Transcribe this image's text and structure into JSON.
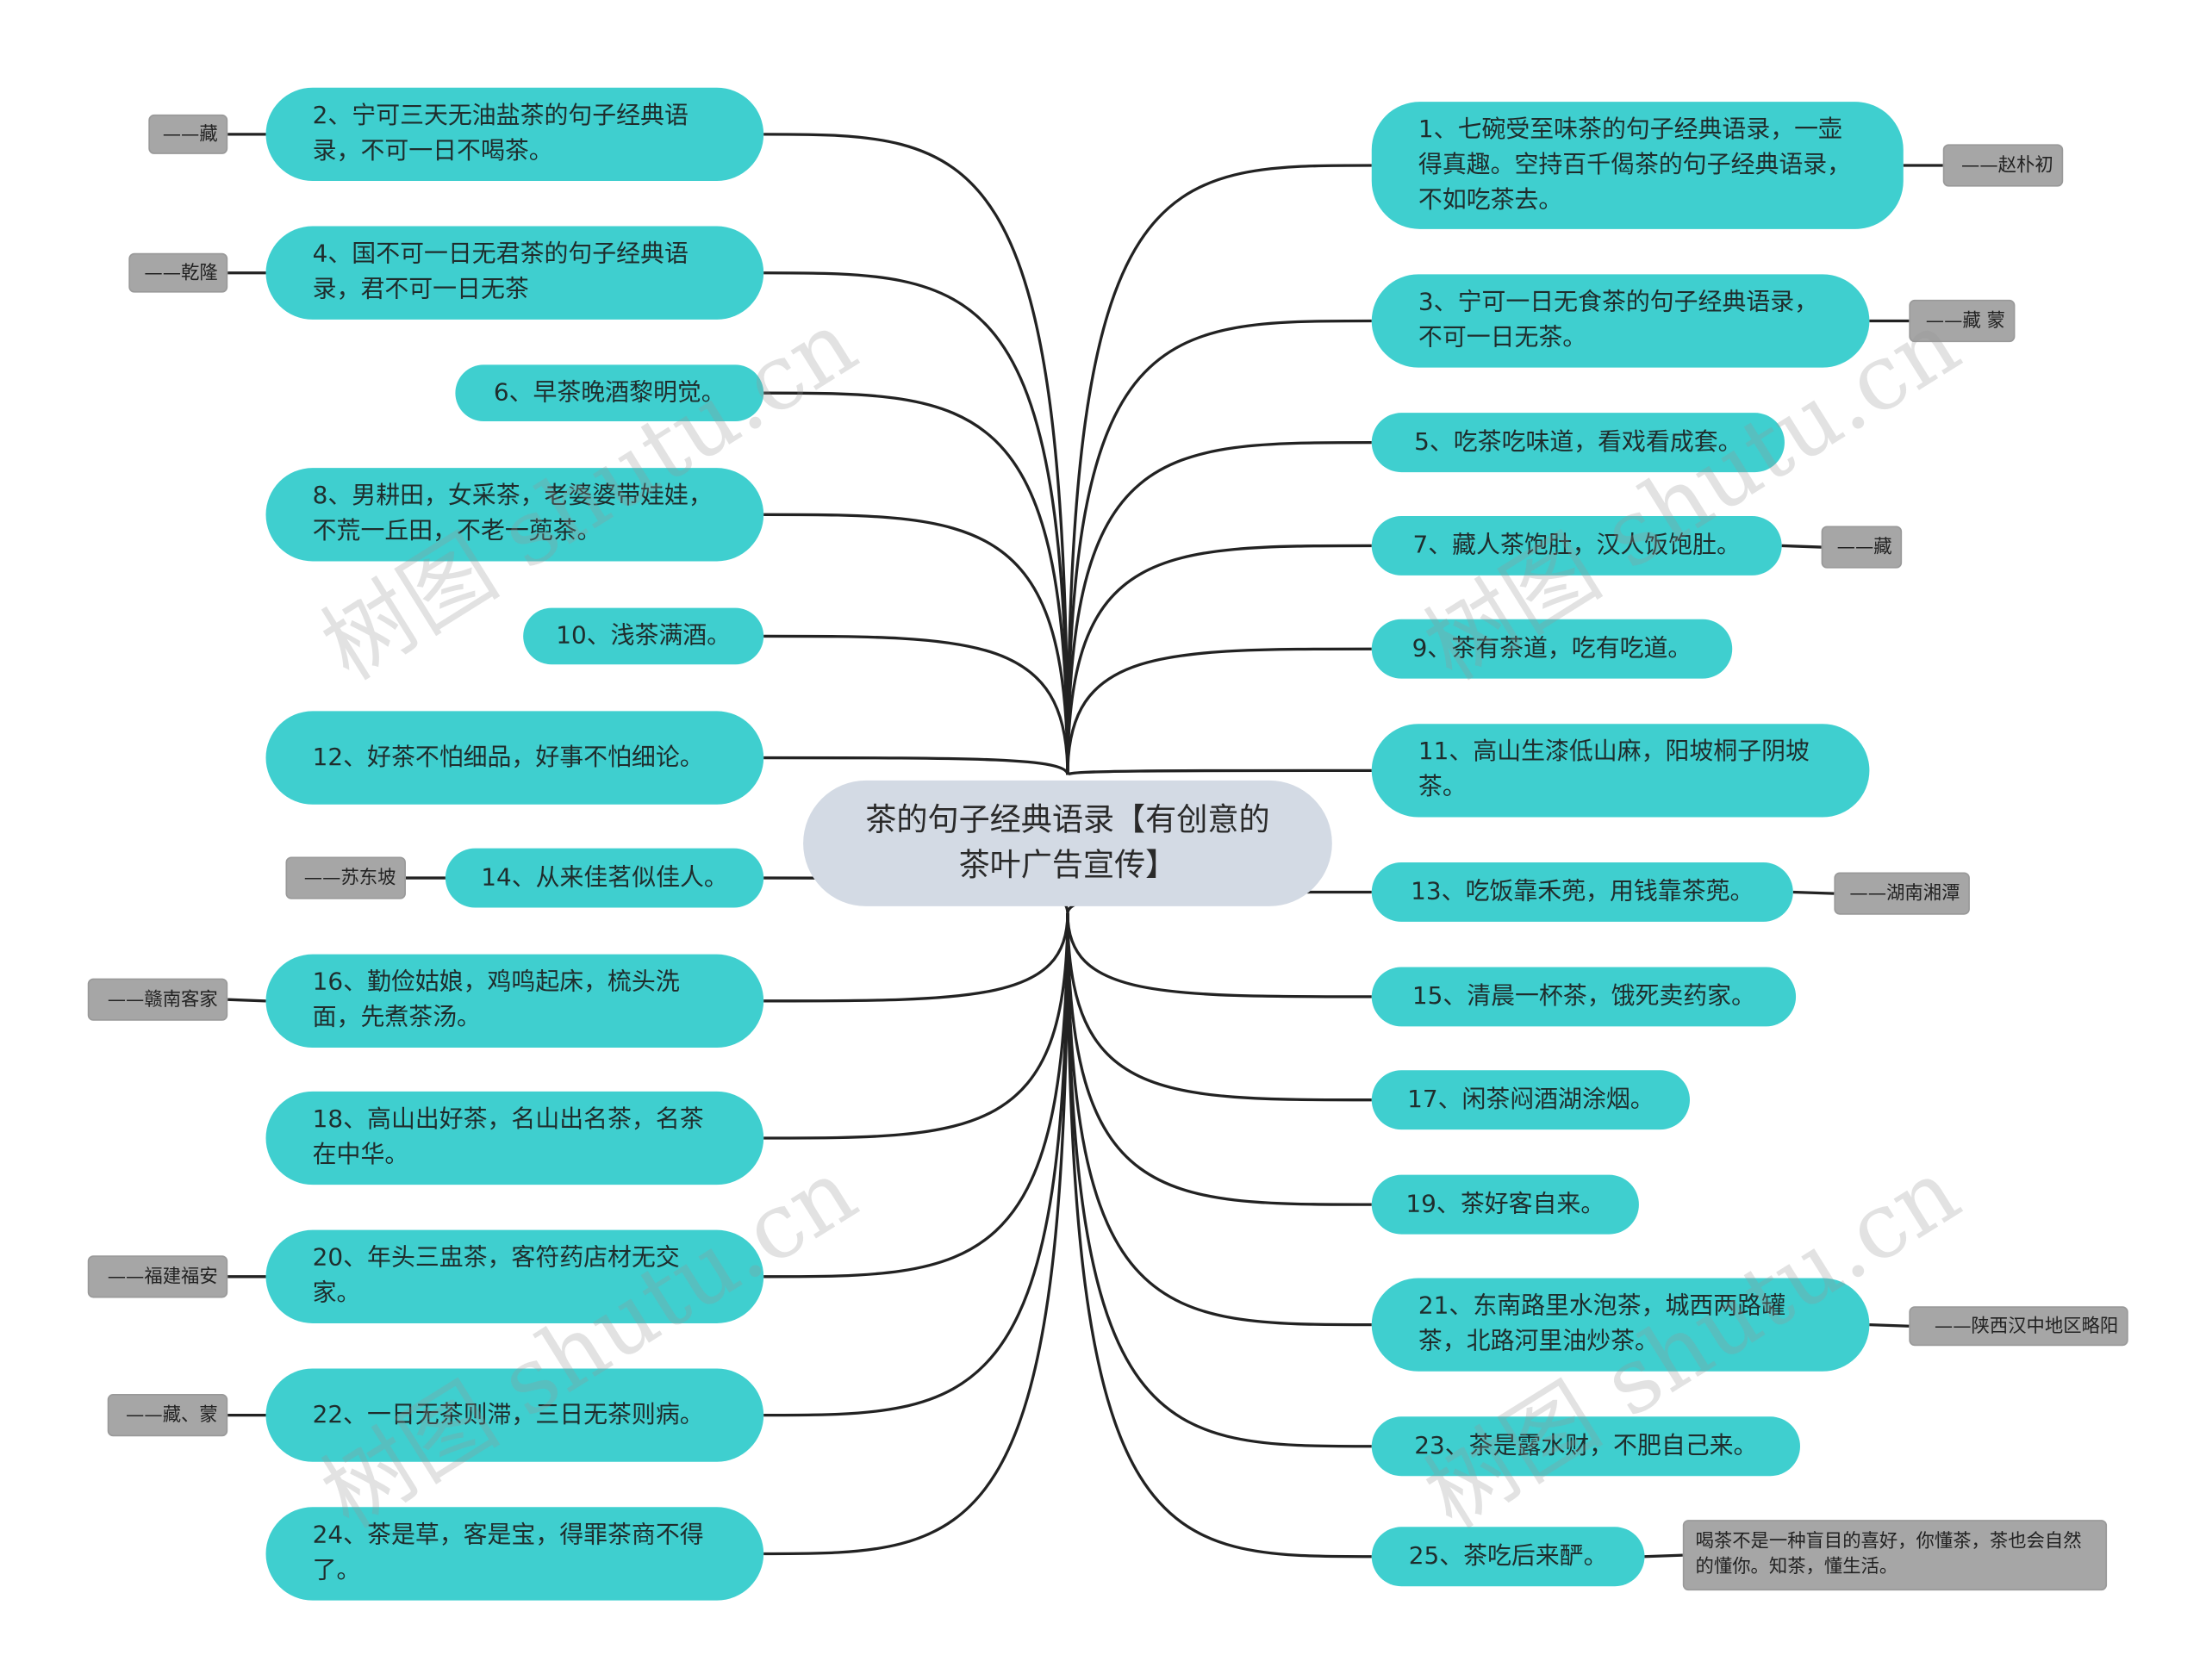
{
  "root": {
    "title": "茶的句子经典语录【有创意的茶叶广告宣传】"
  },
  "left": [
    {
      "text": "2、宁可三天无油盐茶的句子经典语录，不可一日不喝茶。",
      "note": "——藏"
    },
    {
      "text": "4、国不可一日无君茶的句子经典语录，君不可一日无茶",
      "note": "——乾隆"
    },
    {
      "text": "6、早茶晚酒黎明觉。"
    },
    {
      "text": "8、男耕田，女采茶，老婆婆带娃娃，不荒一丘田，不老一蔸茶。"
    },
    {
      "text": "10、浅茶满酒。"
    },
    {
      "text": "12、好茶不怕细品，好事不怕细论。"
    },
    {
      "text": "14、从来佳茗似佳人。",
      "note": "——苏东坡"
    },
    {
      "text": "16、勤俭姑娘，鸡鸣起床，梳头洗面，先煮茶汤。",
      "note": "——赣南客家"
    },
    {
      "text": "18、高山出好茶，名山出名茶，名茶在中华。"
    },
    {
      "text": "20、年头三盅茶，客符药店材无交家。",
      "note": "——福建福安"
    },
    {
      "text": "22、一日无茶则滞，三日无茶则病。",
      "note": "——藏、蒙"
    },
    {
      "text": "24、茶是草，客是宝，得罪茶商不得了。"
    }
  ],
  "right": [
    {
      "text": "1、七碗受至味茶的句子经典语录，一壶得真趣。空持百千偈茶的句子经典语录，不如吃茶去。",
      "note": "——赵朴初"
    },
    {
      "text": "3、宁可一日无食茶的句子经典语录，不可一日无茶。",
      "note": "——藏 蒙"
    },
    {
      "text": "5、吃茶吃味道，看戏看成套。"
    },
    {
      "text": "7、藏人茶饱肚，汉人饭饱肚。",
      "note": "——藏"
    },
    {
      "text": "9、茶有茶道，吃有吃道。"
    },
    {
      "text": "11、高山生漆低山麻，阳坡桐子阴坡茶。"
    },
    {
      "text": "13、吃饭靠禾蔸，用钱靠茶蔸。",
      "note": "——湖南湘潭"
    },
    {
      "text": "15、清晨一杯茶，饿死卖药家。"
    },
    {
      "text": "17、闲茶闷酒湖涂烟。"
    },
    {
      "text": "19、茶好客自来。"
    },
    {
      "text": "21、东南路里水泡茶，城西两路罐茶，北路河里油炒茶。",
      "note": "——陕西汉中地区略阳"
    },
    {
      "text": "23、茶是露水财，不肥自己来。"
    },
    {
      "text": "25、茶吃后来酽。",
      "note": "喝茶不是一种盲目的喜好，你懂茶，茶也会自然的懂你。知茶，懂生活。"
    }
  ],
  "watermark": "树图 shutu.cn",
  "colors": {
    "node": "#3fcfcf",
    "root": "#d3dae4",
    "label": "#a6a6a6",
    "line": "#222222"
  }
}
